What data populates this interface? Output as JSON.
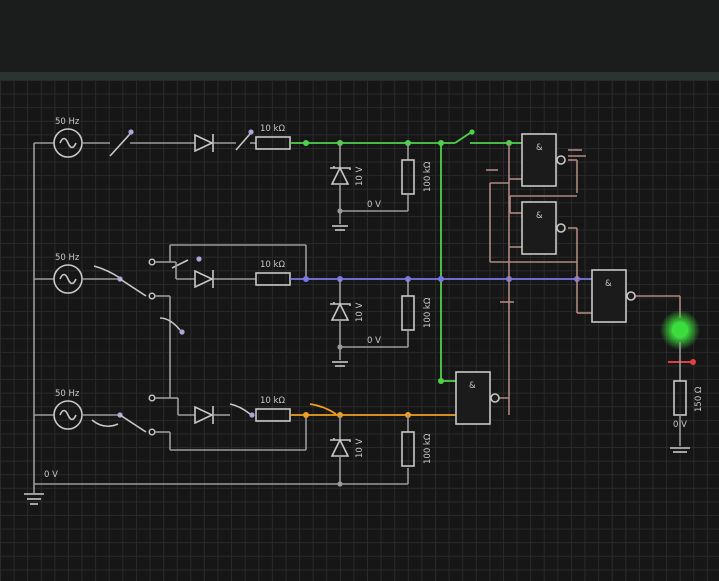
{
  "sources": [
    {
      "label": "50 Hz"
    },
    {
      "label": "50 Hz"
    },
    {
      "label": "50 Hz"
    }
  ],
  "resistors": {
    "series_1": "10 kΩ",
    "series_2": "10 kΩ",
    "series_3": "10 kΩ",
    "load_1": "100 kΩ",
    "load_2": "100 kΩ",
    "load_3": "100 kΩ",
    "led_resistor": "150 Ω"
  },
  "zeners": {
    "z1": "10 V",
    "z2": "10 V",
    "z3": "10 V"
  },
  "ground_labels": {
    "g1": "0 V",
    "g2": "0 V",
    "main": "0 V",
    "led": "0 V"
  },
  "gates": {
    "and1": "&",
    "and2": "&",
    "and3": "&",
    "and4": "&"
  },
  "colors": {
    "background": "#161616",
    "grid": "#2a2a2a",
    "wire_neutral": "#9a9a9a",
    "wire_green": "#4fd14a",
    "wire_blue": "#7878e6",
    "wire_orange": "#f0a020",
    "wire_logic": "#b08880",
    "led_glow": "#3ddc3d",
    "led_pin": "#e04040"
  }
}
